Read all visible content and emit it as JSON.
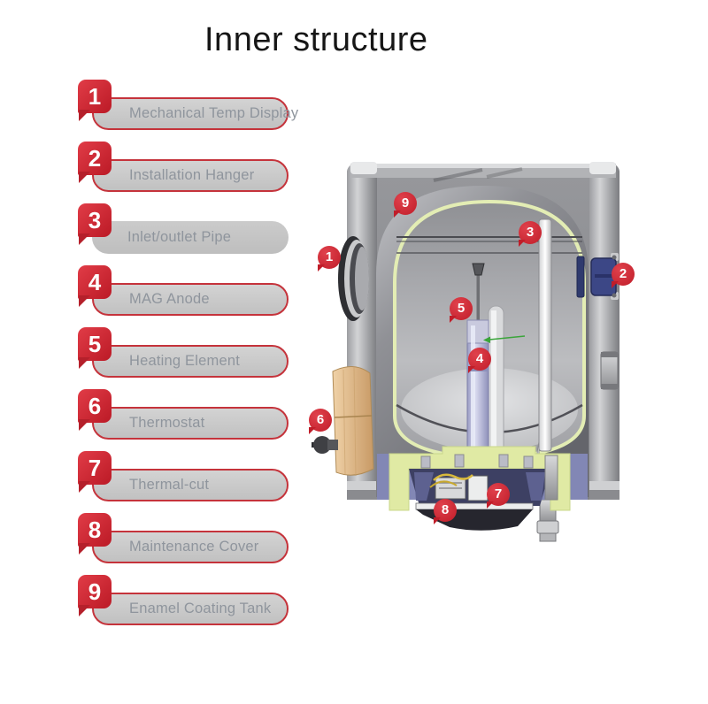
{
  "title": "Inner structure",
  "legend": {
    "items": [
      {
        "number": "1",
        "label": "Mechanical Temp Display"
      },
      {
        "number": "2",
        "label": "Installation Hanger"
      },
      {
        "number": "3",
        "label": "Inlet/outlet Pipe"
      },
      {
        "number": "4",
        "label": "MAG Anode"
      },
      {
        "number": "5",
        "label": "Heating Element"
      },
      {
        "number": "6",
        "label": "Thermostat"
      },
      {
        "number": "7",
        "label": "Thermal-cut"
      },
      {
        "number": "8",
        "label": "Maintenance Cover"
      },
      {
        "number": "9",
        "label": "Enamel Coating Tank"
      }
    ]
  },
  "diagram": {
    "markers": [
      {
        "number": "9"
      },
      {
        "number": "3"
      },
      {
        "number": "1"
      },
      {
        "number": "2"
      },
      {
        "number": "5"
      },
      {
        "number": "4"
      },
      {
        "number": "6"
      },
      {
        "number": "7"
      },
      {
        "number": "8"
      }
    ]
  },
  "colors": {
    "accent_red": "#d2212f",
    "pill_gray": "#c6c6c6",
    "pill_text": "#8f959d",
    "enamel_lime": "#e3edb4",
    "hanger_navy": "#3c4786",
    "thermostat_tan": "#e5c193"
  }
}
